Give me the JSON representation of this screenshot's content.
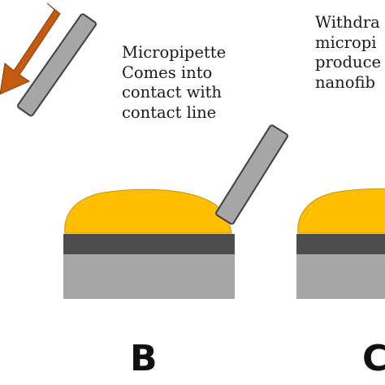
{
  "panels": {
    "b": {
      "label": "B",
      "caption": [
        "Micropipette",
        "Comes into",
        "contact with",
        "contact line"
      ]
    },
    "c": {
      "label": "C",
      "caption": [
        "Withdra",
        "micropi",
        "produce",
        "nanofib"
      ]
    }
  },
  "colors": {
    "droplet": "#FFBF00",
    "droplet_outline": "#c89400",
    "film_layer": "#4d4d4d",
    "substrate": "#a6a6a6",
    "pipette": "#a6a6a6",
    "pipette_outline": "#404040",
    "arrow": "#c55a11",
    "arrow_outline": "#8a3c0c"
  }
}
